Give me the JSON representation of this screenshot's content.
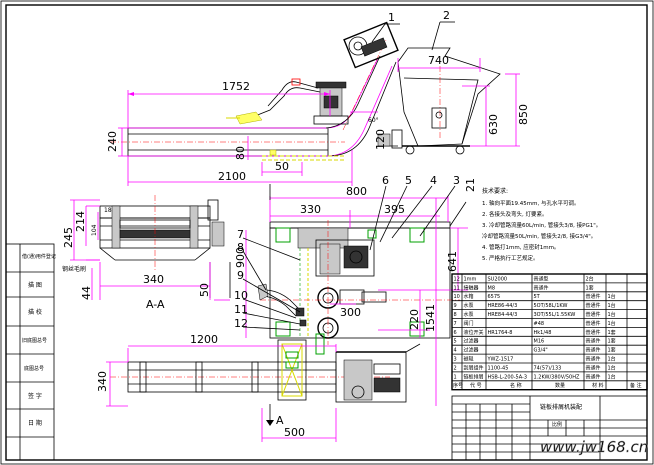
{
  "colors": {
    "outline": "#000000",
    "dimension": "#ff00ff",
    "centerline": "#ff0000",
    "hidden": "#00a000",
    "highlight": "#ffff66",
    "cyan": "#00c8c8"
  },
  "top_view": {
    "dims": [
      "1752",
      "740",
      "240",
      "630",
      "850",
      "2100",
      "50",
      "80",
      "120",
      "60°"
    ],
    "callouts": [
      "1",
      "2"
    ]
  },
  "middle_view": {
    "dims": [
      "800",
      "330",
      "395",
      "641",
      "21",
      "220",
      "1541",
      "300",
      "900"
    ],
    "callouts": [
      "3",
      "4",
      "5",
      "6",
      "7",
      "8",
      "9",
      "10",
      "11",
      "12"
    ]
  },
  "bottom_view": {
    "dims": [
      "1200",
      "340",
      "500"
    ],
    "section_mark": "A"
  },
  "section_view": {
    "dims": [
      "245",
      "214",
      "104",
      "18",
      "44",
      "340",
      "50"
    ],
    "caption": "A-A",
    "note": "钢丝毛刷"
  },
  "left_strip": [
    "借(通)用件登记",
    "描 图",
    "描 校",
    "旧底图总号",
    "底图总号",
    "签 字",
    "日 期"
  ],
  "tech_notes": {
    "title": "技术要求:",
    "lines": [
      "1. 轴向平面19.45mm, 与孔水平可调。",
      "2. 各接头及弯头, 灯要紧。",
      "3. 冷却管路流量60L/min, 管接头3/8, 接PG1\"。",
      "   冷却管路流量50L/min, 管接头2/8, 接G3/4\"。",
      "4. 管路打1mm, 应密封1mm。",
      "5. 严格执行工艺规定。"
    ]
  },
  "bom": {
    "headers": [
      "序号",
      "代 号",
      "名 称",
      "数量",
      "材 料",
      "备 注"
    ],
    "rows": [
      [
        "12",
        "1mm",
        "SU2000",
        "普通型",
        "2台"
      ],
      [
        "11",
        "接触器",
        "M8",
        "普通件",
        "1套"
      ],
      [
        "10",
        "水箱",
        "6575",
        "5T",
        "普通件",
        "1台"
      ],
      [
        "9",
        "水泵",
        "HRE86-44/3",
        "5OT/58L/1KW",
        "普通件",
        "1台"
      ],
      [
        "8",
        "水泵",
        "HRE84-44/3",
        "3OT/55L/1.55KW",
        "普通件",
        "1台"
      ],
      [
        "7",
        "阀门",
        "",
        "#48",
        "普通件",
        "1台"
      ],
      [
        "6",
        "液位开关",
        "HR1764-8",
        "Hk1/48",
        "普通件",
        "1套"
      ],
      [
        "5",
        "过滤器",
        "",
        "M16",
        "普通件",
        "1套"
      ],
      [
        "4",
        "过滤器",
        "",
        "G3/4\"",
        "普通件",
        "1套"
      ],
      [
        "3",
        "磁辊",
        "YWZ-1517",
        "",
        "普通件",
        "1台"
      ],
      [
        "2",
        "刮屑组件",
        "1100-45",
        "74(57)/133",
        "普通件",
        "1台"
      ],
      [
        "1",
        "链板排屑",
        "HSB-L-200-5A-3",
        "1.2KW/380V/50HZ",
        "普通件",
        "1台"
      ]
    ],
    "title_name": "链板排屑机装配",
    "scale_label": "比例"
  },
  "watermark": "www.jw168.cn"
}
